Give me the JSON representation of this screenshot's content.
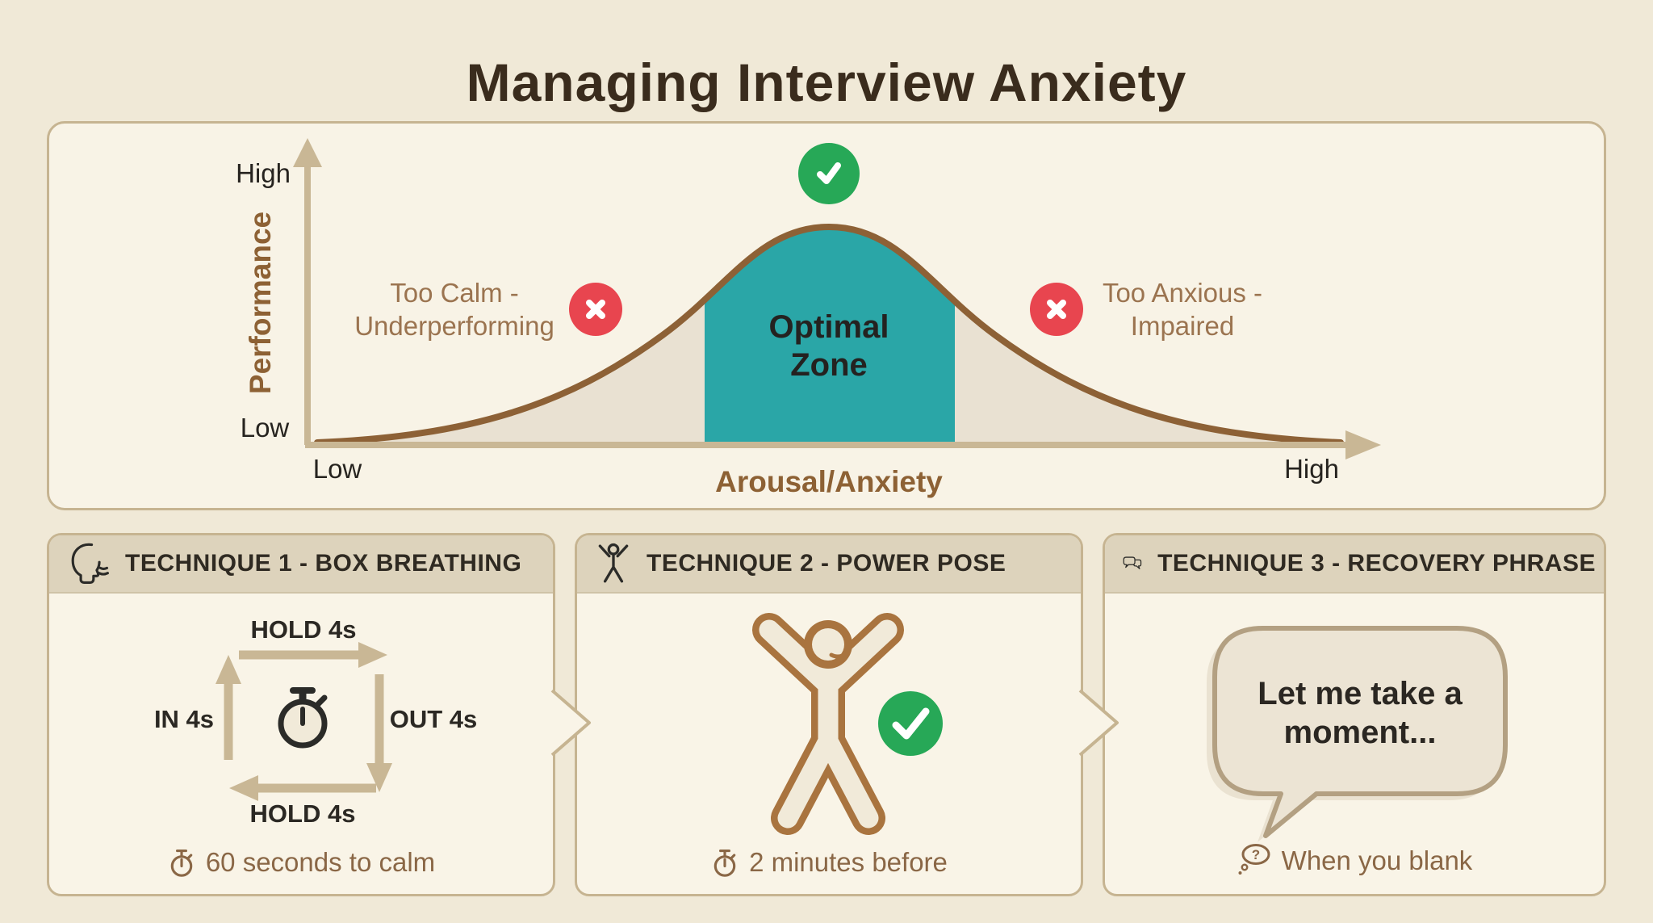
{
  "title": "Managing Interview Anxiety",
  "chart": {
    "y_axis_label": "Performance",
    "y_tick_high": "High",
    "y_tick_low": "Low",
    "x_axis_label": "Arousal/Anxiety",
    "x_tick_low": "Low",
    "x_tick_high": "High",
    "zone": {
      "line1": "Optimal",
      "line2": "Zone"
    },
    "left_note": {
      "line1": "Too Calm -",
      "line2": "Underperforming"
    },
    "right_note": {
      "line1": "Too Anxious -",
      "line2": "Impaired"
    }
  },
  "chart_data": {
    "type": "area",
    "curve": "inverted-U performance vs arousal (Yerkes-Dodson bell curve)",
    "xlabel": "Arousal/Anxiety",
    "ylabel": "Performance",
    "x_range_labels": [
      "Low",
      "High"
    ],
    "y_range_labels": [
      "Low",
      "High"
    ],
    "x_normalized": [
      0,
      0.12,
      0.25,
      0.34,
      0.42,
      0.5,
      0.58,
      0.66,
      0.75,
      0.88,
      1
    ],
    "y_normalized": [
      0.02,
      0.07,
      0.2,
      0.45,
      0.8,
      1.0,
      0.8,
      0.45,
      0.2,
      0.07,
      0.02
    ],
    "optimal_zone_x_normalized": [
      0.42,
      0.66
    ],
    "annotations": [
      "Too Calm - Underperforming",
      "Optimal Zone",
      "Too Anxious - Impaired"
    ],
    "markers": [
      "green check at curve peak",
      "red x on left slope",
      "red x on right slope"
    ],
    "grid": false,
    "legend": false
  },
  "techniques": [
    {
      "title": "TECHNIQUE 1 - BOX BREATHING",
      "icon": "exhaling-face-icon",
      "box": {
        "top": "HOLD 4s",
        "left": "IN 4s",
        "right": "OUT 4s",
        "bottom": "HOLD 4s"
      },
      "center_icon": "stopwatch-icon",
      "footer_icon": "stopwatch-icon",
      "footer": "60 seconds to calm"
    },
    {
      "title": "TECHNIQUE 2 - POWER POSE",
      "icon": "power-pose-icon",
      "body_icon": "power-pose-figure",
      "badge_icon": "check-circle-icon",
      "footer_icon": "stopwatch-icon",
      "footer": "2 minutes before"
    },
    {
      "title": "TECHNIQUE 3 - RECOVERY PHRASE",
      "icon": "chat-bubbles-icon",
      "phrase": {
        "line1": "Let me take a",
        "line2": "moment..."
      },
      "footer_icon": "thought-bubble-question-icon",
      "footer": "When you blank"
    }
  ],
  "icons": {
    "question_glyph": "?"
  },
  "colors": {
    "page_background": "#f0e9d7",
    "panel_background": "#f8f3e6",
    "panel_border": "#c6b491",
    "card_header_background": "#ddd3bc",
    "curve_brown": "#8d6136",
    "axis_tan": "#c9b795",
    "under_curve_fill": "#e9e1d2",
    "optimal_zone_teal": "#2aa6a7",
    "success_green": "#27a857",
    "error_red": "#e8454f",
    "brown_text": "#9b7450",
    "footer_brown": "#8a6746",
    "dark_text": "#2b2823",
    "title_brown": "#3a2c1d"
  }
}
